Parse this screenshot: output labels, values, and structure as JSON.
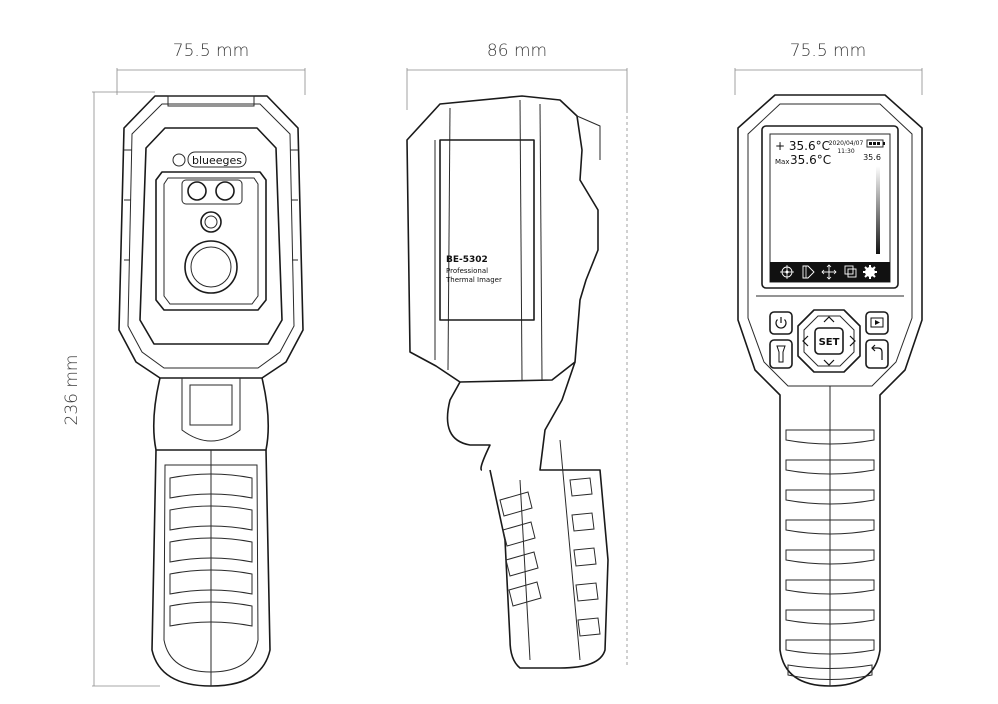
{
  "dimensions": {
    "front_width": "75.5 mm",
    "side_depth": "86 mm",
    "back_width": "75.5 mm",
    "height": "236 mm"
  },
  "front_view": {
    "brand": "blueeges"
  },
  "side_view": {
    "model": "BE-5302",
    "desc_line1": "Professional",
    "desc_line2": "Thermal Imager"
  },
  "back_view": {
    "screen": {
      "current_temp": "+ 35.6°C",
      "max_label": "Max",
      "max_temp": "35.6°C",
      "date": "2020/04/07",
      "time": "11:30",
      "scale_value": "35.6",
      "menu_icons": [
        "target-icon",
        "palette-icon",
        "move-icon",
        "layers-icon",
        "gear-icon"
      ]
    },
    "buttons": {
      "set_label": "SET"
    }
  }
}
